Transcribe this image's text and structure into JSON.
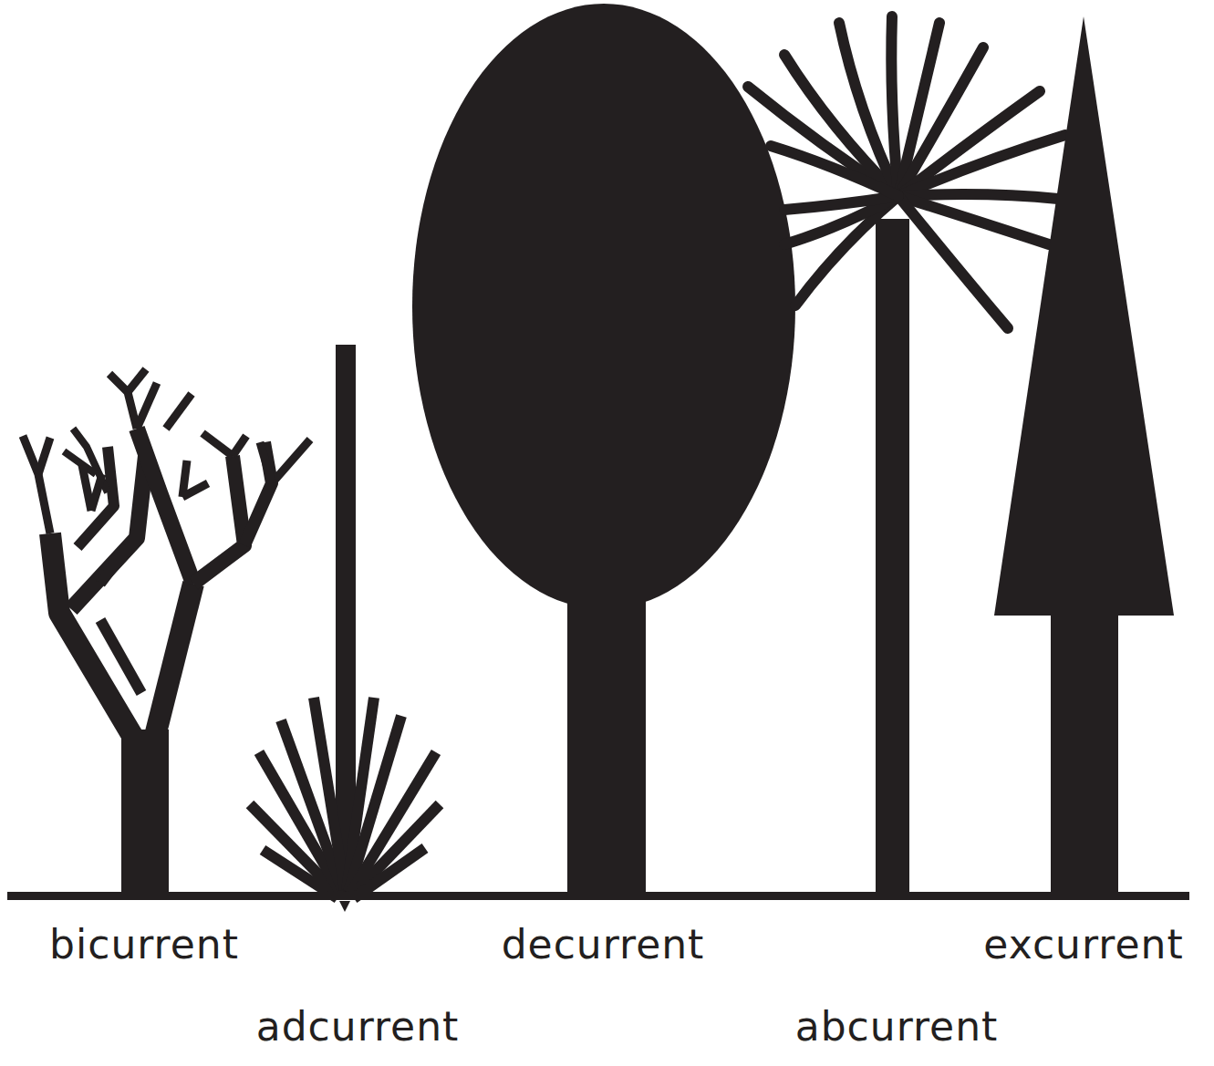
{
  "diagram": {
    "labels": [
      "bicurrent",
      "decurrent",
      "excurrent",
      "adcurrent",
      "abcurrent"
    ]
  }
}
